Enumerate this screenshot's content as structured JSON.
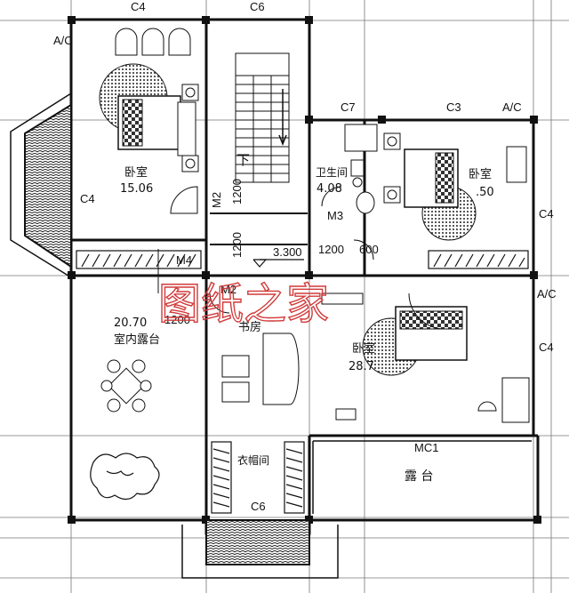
{
  "axis_labels": {
    "top_left": "C4",
    "top_mid": "C6",
    "c7": "C7",
    "c3": "C3",
    "ac_top_right": "A/C",
    "ac_top_left": "A/C",
    "left_c4": "C4",
    "right_c4_upper": "C4",
    "right_c4_lower": "C4",
    "ac_right": "A/C",
    "bottom_c6": "C6",
    "mc1": "MC1"
  },
  "rooms": {
    "bedroom_nw": {
      "name": "卧室",
      "area": "15.06"
    },
    "bathroom": {
      "name": "卫生间",
      "area": "4.08"
    },
    "bedroom_ne": {
      "name": "卧室",
      "area": ".50"
    },
    "indoor_terrace": {
      "name": "室内露台",
      "area": "20.70"
    },
    "study": {
      "name": "书房"
    },
    "bedroom_se": {
      "name": "卧室",
      "area": "28.7"
    },
    "cloakroom": {
      "name": "衣帽间"
    },
    "terrace": {
      "name": "露 台"
    }
  },
  "doors": {
    "m2_upper": "M2",
    "m2_lower": "M2",
    "m3": "M3",
    "m4": "M4"
  },
  "dimensions": {
    "d1200_v1": "1200",
    "d1200_v2": "1200",
    "d1200_h1": "1200",
    "d600": "600",
    "d1200_h2": "1200",
    "level": "3.300"
  },
  "stair": {
    "direction": "下"
  },
  "watermark": "图纸之家"
}
